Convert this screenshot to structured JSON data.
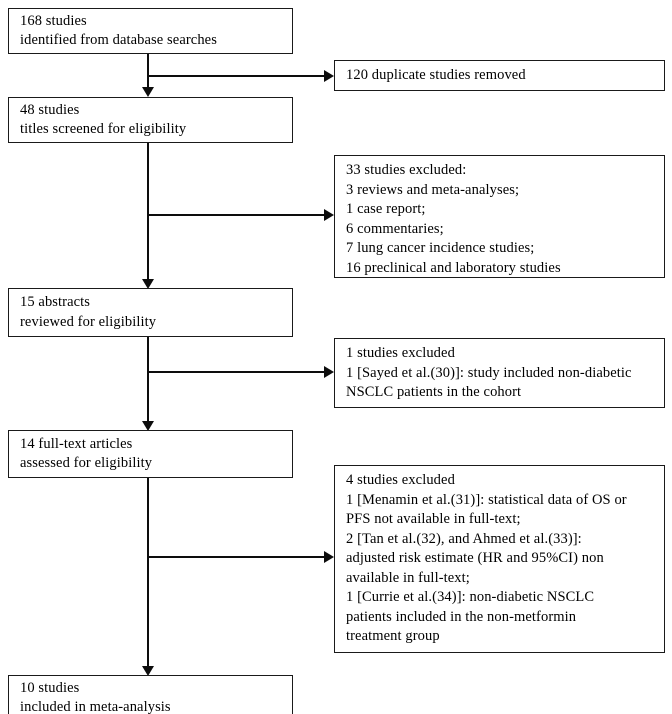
{
  "diagram": {
    "title": "PRISMA study selection flow diagram",
    "stroke_color": "#1a1a1a",
    "background_color": "#ffffff"
  },
  "main_boxes": [
    {
      "id": "identified",
      "line1": "168 studies",
      "line2": "identified from database searches"
    },
    {
      "id": "titles-screened",
      "line1": "48 studies",
      "line2": "titles screened for eligibility"
    },
    {
      "id": "abstracts-reviewed",
      "line1": "15 abstracts",
      "line2": "reviewed for eligibility"
    },
    {
      "id": "fulltext-assessed",
      "line1": "14 full-text articles",
      "line2": "assessed for eligibility"
    },
    {
      "id": "included",
      "line1": "10 studies",
      "line2": "included in meta-analysis"
    }
  ],
  "exclusion_boxes": [
    {
      "id": "duplicates-removed",
      "lines": [
        "120 duplicate studies removed"
      ]
    },
    {
      "id": "titles-excluded",
      "lines": [
        "33 studies excluded:",
        "3 reviews and meta-analyses;",
        "1 case report;",
        "6 commentaries;",
        "7 lung cancer incidence studies;",
        "16 preclinical and laboratory studies"
      ]
    },
    {
      "id": "abstracts-excluded",
      "lines": [
        "1 studies excluded",
        "1 [Sayed et al.(30)]: study included non-diabetic",
        "NSCLC patients in the cohort"
      ]
    },
    {
      "id": "fulltext-excluded",
      "lines": [
        "4 studies excluded",
        "1 [Menamin et al.(31)]: statistical data of OS or",
        "PFS not available in full-text;",
        "2 [Tan et al.(32), and Ahmed et al.(33)]:",
        "adjusted risk estimate (HR and 95%CI) non",
        "available in full-text;",
        "1 [Currie et al.(34)]: non-diabetic NSCLC",
        "patients included in the non-metformin",
        "treatment group"
      ]
    }
  ]
}
